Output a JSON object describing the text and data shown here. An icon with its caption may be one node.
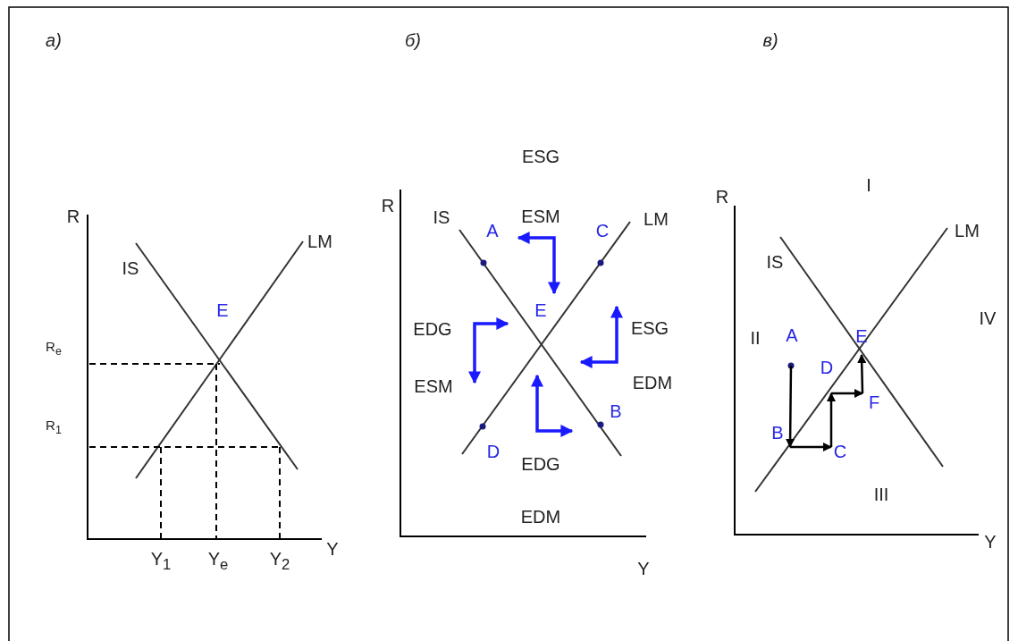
{
  "diagram": {
    "nodes": [
      {
        "text": [
          "E"
        ]
      },
      {
        "text": [
          "A"
        ]
      },
      {
        "text": [
          "D"
        ]
      },
      {
        "text": [
          "F"
        ]
      },
      {
        "text": [
          "B"
        ]
      },
      {
        "text": [
          "C"
        ]
      }
    ],
    "edges": [
      {
        "from": 1,
        "to": 4,
        "arrow": "to"
      },
      {
        "from": 4,
        "to": 5,
        "arrow": "to"
      },
      {
        "from": 5,
        "to": 2,
        "arrow": "to"
      },
      {
        "from": 2,
        "to": 3,
        "arrow": "to"
      },
      {
        "from": 3,
        "to": 0,
        "arrow": "to"
      }
    ],
    "labels": [
      "а)",
      "б)",
      "в)",
      "R",
      "IS",
      "LM",
      "E",
      "R$_{e}$",
      "R$_{1}$",
      "Y$_{1}$",
      "Y$_{e}$",
      "Y$_{2}$",
      "Y",
      "ESG",
      "R",
      "IS",
      "ESM",
      "A",
      "C",
      "LM",
      "E",
      "EDG",
      "ESG",
      "ESM",
      "EDM",
      "B",
      "D",
      "EDG",
      "EDM",
      "Y",
      "R",
      "I",
      "IS",
      "LM",
      "IV",
      "II",
      "III",
      "Y"
    ]
  }
}
